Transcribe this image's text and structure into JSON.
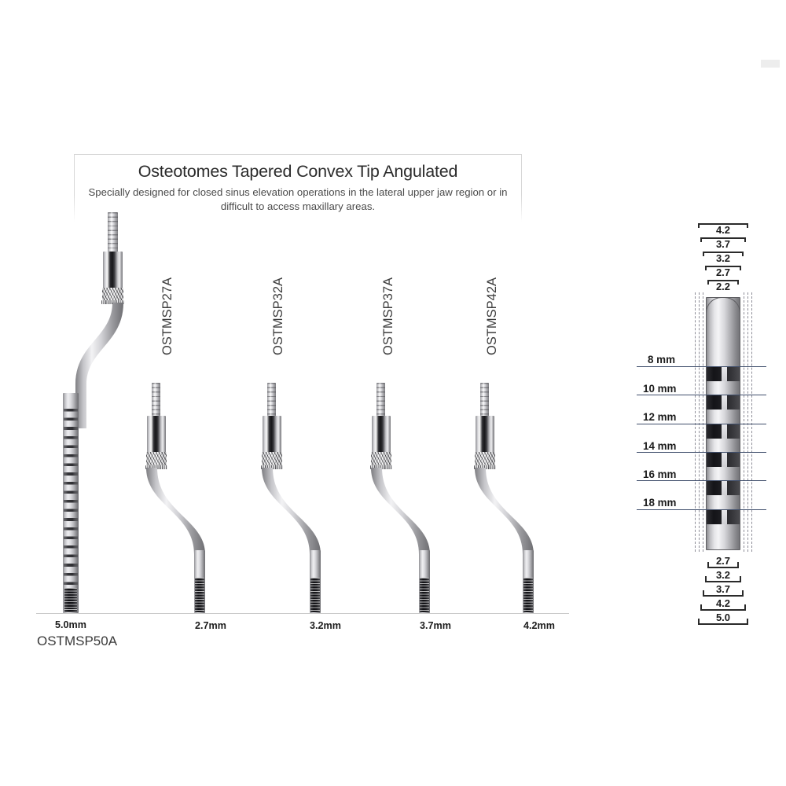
{
  "header": {
    "title": "Osteotomes Tapered Convex Tip Angulated",
    "subtitle": "Specially designed for closed sinus elevation operations in the lateral upper jaw region or in difficult to access maxillary areas."
  },
  "instruments": [
    {
      "catalog": "OSTMSP50A",
      "size_label": "5.0mm",
      "catalog_position": "below"
    },
    {
      "catalog": "OSTMSP27A",
      "size_label": "2.7mm",
      "catalog_position": "vertical"
    },
    {
      "catalog": "OSTMSP32A",
      "size_label": "3.2mm",
      "catalog_position": "vertical"
    },
    {
      "catalog": "OSTMSP37A",
      "size_label": "3.7mm",
      "catalog_position": "vertical"
    },
    {
      "catalog": "OSTMSP42A",
      "size_label": "4.2mm",
      "catalog_position": "vertical"
    }
  ],
  "schematic": {
    "top_brackets": [
      "4.2",
      "3.7",
      "3.2",
      "2.7",
      "2.2"
    ],
    "bottom_brackets": [
      "2.7",
      "3.2",
      "3.7",
      "4.2",
      "5.0"
    ],
    "depth_marks": [
      "8 mm",
      "10 mm",
      "12 mm",
      "14 mm",
      "16 mm",
      "18 mm"
    ],
    "line_color": "#3f4e6b"
  }
}
